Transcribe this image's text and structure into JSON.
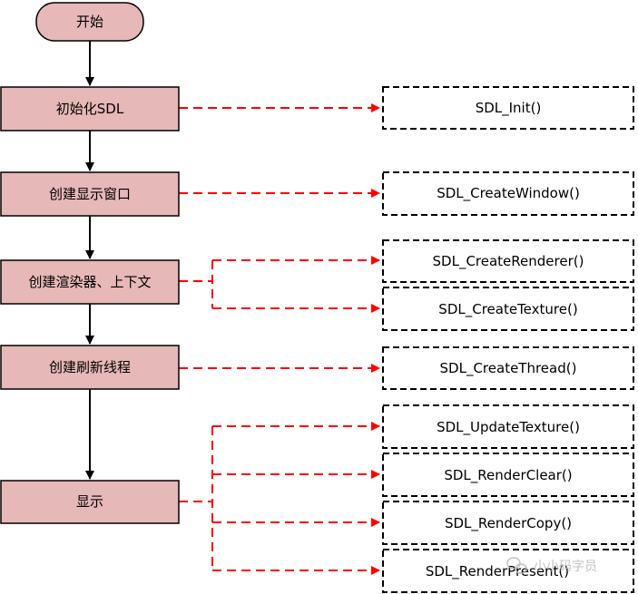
{
  "flow_steps": [
    {
      "label": "开始"
    },
    {
      "label": "初始化SDL"
    },
    {
      "label": "创建显示窗口"
    },
    {
      "label": "创建渲染器、上下文"
    },
    {
      "label": "创建刷新线程"
    },
    {
      "label": "显示"
    }
  ],
  "api_calls": [
    {
      "label": "SDL_Init()"
    },
    {
      "label": "SDL_CreateWindow()"
    },
    {
      "label": "SDL_CreateRenderer()"
    },
    {
      "label": "SDL_CreateTexture()"
    },
    {
      "label": "SDL_CreateThread()"
    },
    {
      "label": "SDL_UpdateTexture()"
    },
    {
      "label": "SDL_RenderClear()"
    },
    {
      "label": "SDL_RenderCopy()"
    },
    {
      "label": "SDL_RenderPresent()"
    }
  ],
  "watermark": {
    "text": "小小码字员",
    "icon": "wechat-icon"
  },
  "colors": {
    "step_fill": "#e6b8b7",
    "call_line": "#ff0000",
    "outline": "#000000"
  }
}
